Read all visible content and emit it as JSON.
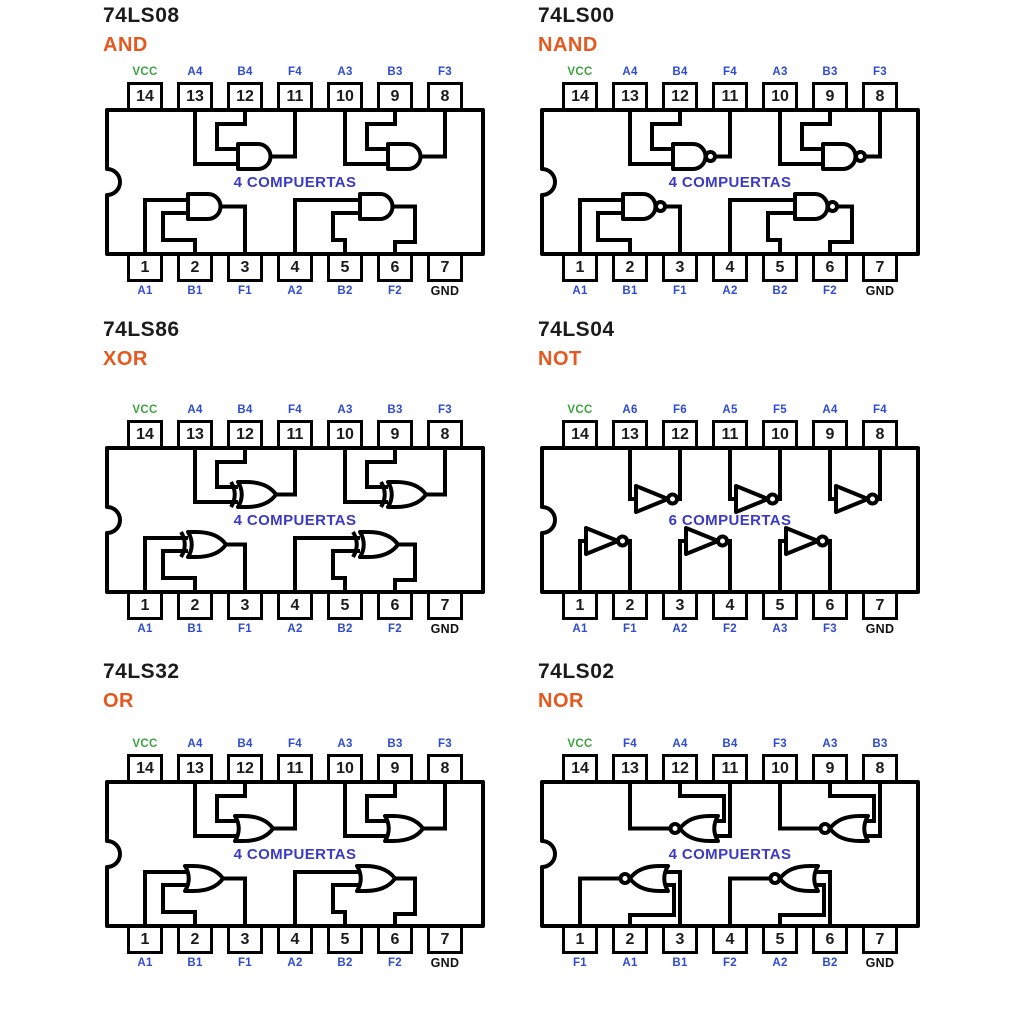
{
  "colors": {
    "part_text": "#1b1b1b",
    "function_text": "#e5581e",
    "signal_label": "#2e4bd0",
    "power_label": "#3da23d",
    "ground_label": "#111111",
    "gates_label": "#3a3ac6",
    "wire": "#000000"
  },
  "chips": [
    {
      "part": "74LS08",
      "function": "AND",
      "gate": "and-gate",
      "gates_label": "4 COMPUERTAS",
      "top_pins": [
        {
          "n": "14",
          "label": "VCC",
          "type": "power"
        },
        {
          "n": "13",
          "label": "A4",
          "type": "signal"
        },
        {
          "n": "12",
          "label": "B4",
          "type": "signal"
        },
        {
          "n": "11",
          "label": "F4",
          "type": "signal"
        },
        {
          "n": "10",
          "label": "A3",
          "type": "signal"
        },
        {
          "n": "9",
          "label": "B3",
          "type": "signal"
        },
        {
          "n": "8",
          "label": "F3",
          "type": "signal"
        }
      ],
      "bottom_pins": [
        {
          "n": "1",
          "label": "A1",
          "type": "signal"
        },
        {
          "n": "2",
          "label": "B1",
          "type": "signal"
        },
        {
          "n": "3",
          "label": "F1",
          "type": "signal"
        },
        {
          "n": "4",
          "label": "A2",
          "type": "signal"
        },
        {
          "n": "5",
          "label": "B2",
          "type": "signal"
        },
        {
          "n": "6",
          "label": "F2",
          "type": "signal"
        },
        {
          "n": "7",
          "label": "GND",
          "type": "ground"
        }
      ]
    },
    {
      "part": "74LS00",
      "function": "NAND",
      "gate": "nand-gate",
      "gates_label": "4 COMPUERTAS",
      "top_pins": [
        {
          "n": "14",
          "label": "VCC",
          "type": "power"
        },
        {
          "n": "13",
          "label": "A4",
          "type": "signal"
        },
        {
          "n": "12",
          "label": "B4",
          "type": "signal"
        },
        {
          "n": "11",
          "label": "F4",
          "type": "signal"
        },
        {
          "n": "10",
          "label": "A3",
          "type": "signal"
        },
        {
          "n": "9",
          "label": "B3",
          "type": "signal"
        },
        {
          "n": "8",
          "label": "F3",
          "type": "signal"
        }
      ],
      "bottom_pins": [
        {
          "n": "1",
          "label": "A1",
          "type": "signal"
        },
        {
          "n": "2",
          "label": "B1",
          "type": "signal"
        },
        {
          "n": "3",
          "label": "F1",
          "type": "signal"
        },
        {
          "n": "4",
          "label": "A2",
          "type": "signal"
        },
        {
          "n": "5",
          "label": "B2",
          "type": "signal"
        },
        {
          "n": "6",
          "label": "F2",
          "type": "signal"
        },
        {
          "n": "7",
          "label": "GND",
          "type": "ground"
        }
      ]
    },
    {
      "part": "74LS86",
      "function": "XOR",
      "gate": "xor-gate",
      "gates_label": "4 COMPUERTAS",
      "top_pins": [
        {
          "n": "14",
          "label": "VCC",
          "type": "power"
        },
        {
          "n": "13",
          "label": "A4",
          "type": "signal"
        },
        {
          "n": "12",
          "label": "B4",
          "type": "signal"
        },
        {
          "n": "11",
          "label": "F4",
          "type": "signal"
        },
        {
          "n": "10",
          "label": "A3",
          "type": "signal"
        },
        {
          "n": "9",
          "label": "B3",
          "type": "signal"
        },
        {
          "n": "8",
          "label": "F3",
          "type": "signal"
        }
      ],
      "bottom_pins": [
        {
          "n": "1",
          "label": "A1",
          "type": "signal"
        },
        {
          "n": "2",
          "label": "B1",
          "type": "signal"
        },
        {
          "n": "3",
          "label": "F1",
          "type": "signal"
        },
        {
          "n": "4",
          "label": "A2",
          "type": "signal"
        },
        {
          "n": "5",
          "label": "B2",
          "type": "signal"
        },
        {
          "n": "6",
          "label": "F2",
          "type": "signal"
        },
        {
          "n": "7",
          "label": "GND",
          "type": "ground"
        }
      ]
    },
    {
      "part": "74LS04",
      "function": "NOT",
      "gate": "not-gate",
      "gates_label": "6 COMPUERTAS",
      "top_pins": [
        {
          "n": "14",
          "label": "VCC",
          "type": "power"
        },
        {
          "n": "13",
          "label": "A6",
          "type": "signal"
        },
        {
          "n": "12",
          "label": "F6",
          "type": "signal"
        },
        {
          "n": "11",
          "label": "A5",
          "type": "signal"
        },
        {
          "n": "10",
          "label": "F5",
          "type": "signal"
        },
        {
          "n": "9",
          "label": "A4",
          "type": "signal"
        },
        {
          "n": "8",
          "label": "F4",
          "type": "signal"
        }
      ],
      "bottom_pins": [
        {
          "n": "1",
          "label": "A1",
          "type": "signal"
        },
        {
          "n": "2",
          "label": "F1",
          "type": "signal"
        },
        {
          "n": "3",
          "label": "A2",
          "type": "signal"
        },
        {
          "n": "4",
          "label": "F2",
          "type": "signal"
        },
        {
          "n": "5",
          "label": "A3",
          "type": "signal"
        },
        {
          "n": "6",
          "label": "F3",
          "type": "signal"
        },
        {
          "n": "7",
          "label": "GND",
          "type": "ground"
        }
      ]
    },
    {
      "part": "74LS32",
      "function": "OR",
      "gate": "or-gate",
      "gates_label": "4 COMPUERTAS",
      "top_pins": [
        {
          "n": "14",
          "label": "VCC",
          "type": "power"
        },
        {
          "n": "13",
          "label": "A4",
          "type": "signal"
        },
        {
          "n": "12",
          "label": "B4",
          "type": "signal"
        },
        {
          "n": "11",
          "label": "F4",
          "type": "signal"
        },
        {
          "n": "10",
          "label": "A3",
          "type": "signal"
        },
        {
          "n": "9",
          "label": "B3",
          "type": "signal"
        },
        {
          "n": "8",
          "label": "F3",
          "type": "signal"
        }
      ],
      "bottom_pins": [
        {
          "n": "1",
          "label": "A1",
          "type": "signal"
        },
        {
          "n": "2",
          "label": "B1",
          "type": "signal"
        },
        {
          "n": "3",
          "label": "F1",
          "type": "signal"
        },
        {
          "n": "4",
          "label": "A2",
          "type": "signal"
        },
        {
          "n": "5",
          "label": "B2",
          "type": "signal"
        },
        {
          "n": "6",
          "label": "F2",
          "type": "signal"
        },
        {
          "n": "7",
          "label": "GND",
          "type": "ground"
        }
      ]
    },
    {
      "part": "74LS02",
      "function": "NOR",
      "gate": "nor-gate",
      "gates_label": "4 COMPUERTAS",
      "top_pins": [
        {
          "n": "14",
          "label": "VCC",
          "type": "power"
        },
        {
          "n": "13",
          "label": "F4",
          "type": "signal"
        },
        {
          "n": "12",
          "label": "A4",
          "type": "signal"
        },
        {
          "n": "11",
          "label": "B4",
          "type": "signal"
        },
        {
          "n": "10",
          "label": "F3",
          "type": "signal"
        },
        {
          "n": "9",
          "label": "A3",
          "type": "signal"
        },
        {
          "n": "8",
          "label": "B3",
          "type": "signal"
        }
      ],
      "bottom_pins": [
        {
          "n": "1",
          "label": "F1",
          "type": "signal"
        },
        {
          "n": "2",
          "label": "A1",
          "type": "signal"
        },
        {
          "n": "3",
          "label": "B1",
          "type": "signal"
        },
        {
          "n": "4",
          "label": "F2",
          "type": "signal"
        },
        {
          "n": "5",
          "label": "A2",
          "type": "signal"
        },
        {
          "n": "6",
          "label": "B2",
          "type": "signal"
        },
        {
          "n": "7",
          "label": "GND",
          "type": "ground"
        }
      ]
    }
  ]
}
